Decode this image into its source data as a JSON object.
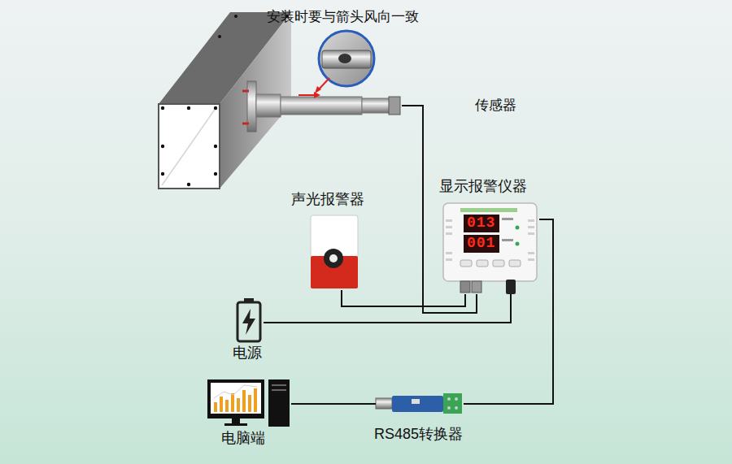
{
  "diagram": {
    "nodes": [
      {
        "text": [
          "传感器"
        ]
      },
      {
        "text": [
          "显示报警仪器"
        ]
      },
      {
        "text": [
          "声光报警器"
        ]
      },
      {
        "text": [
          "电源"
        ]
      },
      {
        "text": [
          "电脑端"
        ]
      },
      {
        "text": [
          "RS485转换器"
        ]
      }
    ],
    "edges": [
      {
        "from": 0,
        "to": 1,
        "arrow": "none"
      },
      {
        "from": 2,
        "to": 1,
        "arrow": "none"
      },
      {
        "from": 3,
        "to": 1,
        "arrow": "none"
      },
      {
        "from": 1,
        "to": 5,
        "arrow": "none"
      },
      {
        "from": 5,
        "to": 4,
        "arrow": "none"
      }
    ],
    "labels": [
      "安装时要与箭头风向一致",
      "013",
      "001"
    ]
  }
}
